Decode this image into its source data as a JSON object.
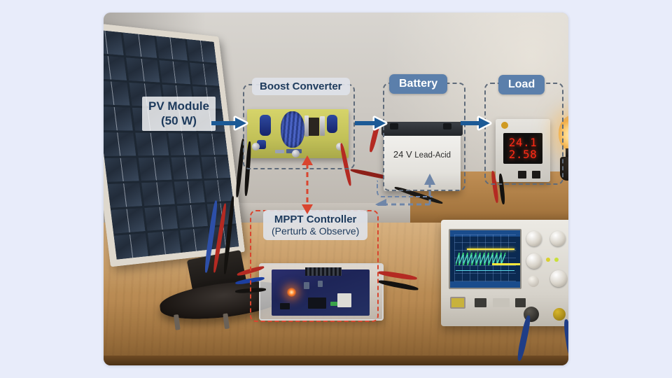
{
  "scene": {
    "background_color": "#e8ecfa",
    "photo": {
      "corner_radius": "10px"
    }
  },
  "annotations": {
    "pv_module": {
      "title": "PV Module",
      "subtitle": "(50 W)",
      "style": "plain-white-label",
      "text_color": "#1d3a5c"
    },
    "boost_converter": {
      "title": "Boost Converter",
      "style": "light-gray-rounded-box",
      "text_color": "#1d3a5c",
      "box_border_color": "#5f6b7a"
    },
    "battery": {
      "title": "Battery",
      "style": "blue-badge",
      "badge_color": "#5b7fab",
      "text_color": "#ffffff",
      "box_border_color": "#5f6b7a"
    },
    "load": {
      "title": "Load",
      "style": "blue-badge",
      "badge_color": "#5b7fab",
      "text_color": "#ffffff",
      "box_border_color": "#5f6b7a"
    },
    "mppt_controller": {
      "title": "MPPT Controller",
      "subtitle": "(Perturb & Observe)",
      "style": "light-gray-rounded-box",
      "text_color": "#1d3a5c",
      "box_border_color": "#d9452f"
    }
  },
  "equipment": {
    "battery_label": {
      "voltage": "24 V",
      "chemistry": "Lead-Acid"
    },
    "load_meter": {
      "voltage_reading": "24.1",
      "current_reading": "2.58",
      "digit_color": "#ff2a16"
    }
  },
  "flow": {
    "power_arrow_color": "#1c5a96",
    "control_arrow_color": "#d9452f",
    "feedback_arrow_color": "#6f86a8",
    "arrows": [
      {
        "name": "pv-to-boost",
        "kind": "power",
        "direction": "right"
      },
      {
        "name": "boost-to-battery",
        "kind": "power",
        "direction": "right"
      },
      {
        "name": "battery-to-load",
        "kind": "power",
        "direction": "right"
      },
      {
        "name": "mppt-to-boost",
        "kind": "control",
        "direction": "bidirectional-vertical"
      },
      {
        "name": "battery-to-mppt-feedback",
        "kind": "feedback",
        "direction": "left-then-up"
      }
    ]
  }
}
